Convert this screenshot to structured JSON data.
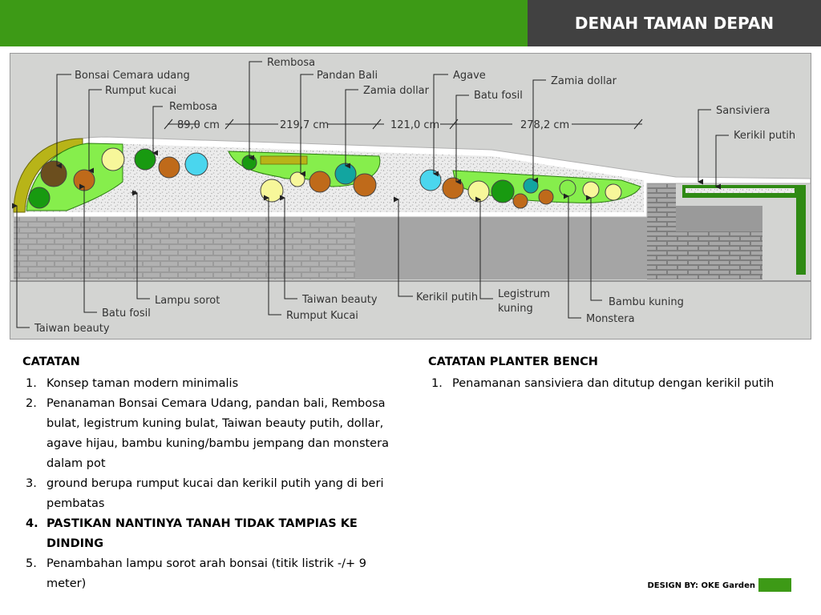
{
  "header": {
    "title": "DENAH TAMAN DEPAN"
  },
  "plan": {
    "labels": {
      "bonsai_cemara_udang": "Bonsai Cemara udang",
      "rumput_kucai_top": "Rumput kucai",
      "rembosa_left": "Rembosa",
      "rembosa_top": "Rembosa",
      "pandan_bali": "Pandan Bali",
      "zamia_dollar_1": "Zamia dollar",
      "agave": "Agave",
      "batu_fosil_top": "Batu fosil",
      "zamia_dollar_2": "Zamia dollar",
      "sansiviera": "Sansiviera",
      "kerikil_putih_right": "Kerikil putih",
      "taiwan_beauty_bottom": "Taiwan beauty",
      "batu_fosil_bottom": "Batu fosil",
      "lampu_sorot": "Lampu sorot",
      "taiwan_beauty_mid": "Taiwan beauty",
      "rumput_kucai_bottom": "Rumput Kucai",
      "kerikil_putih_bottom": "Kerikil putih",
      "legistrum_kuning_1": "Legistrum",
      "legistrum_kuning_2": "kuning",
      "monstera": "Monstera",
      "bambu_kuning": "Bambu kuning"
    },
    "dimensions": [
      "89,0 cm",
      "219,7 cm",
      "121,0 cm",
      "278,2 cm"
    ],
    "colors": {
      "lawn": "#86ee4c",
      "gravel": "#ededed",
      "paving": "#9d9d9d",
      "planter": "#2f8a14",
      "yellow_plant": "#f7f79a",
      "brown_plant": "#bf6a1a",
      "dark_plant": "#6b4e1e",
      "green_plant": "#189a10",
      "cyan_plant": "#4ad6ee",
      "teal_plant": "#12a5a0"
    }
  },
  "notes": {
    "title": "CATATAN",
    "items": [
      {
        "num": "1.",
        "text": "Konsep taman modern minimalis"
      },
      {
        "num": "2.",
        "text": "Penanaman Bonsai Cemara Udang, pandan bali, Rembosa bulat, legistrum kuning bulat, Taiwan beauty putih, dollar, agave hijau, bambu kuning/bambu jempang dan monstera dalam pot"
      },
      {
        "num": "3.",
        "text": "ground berupa rumput kucai dan kerikil putih yang di beri pembatas"
      },
      {
        "num": "4.",
        "text": "PASTIKAN NANTINYA TANAH TIDAK TAMPIAS KE DINDING"
      },
      {
        "num": "5.",
        "text": "Penambahan lampu sorot arah bonsai (titik listrik -/+ 9 meter)"
      }
    ]
  },
  "planter_notes": {
    "title": "CATATAN PLANTER BENCH",
    "items": [
      {
        "num": "1.",
        "text": "Penamanan sansiviera dan ditutup dengan kerikil putih"
      }
    ]
  },
  "footer": {
    "design_by": "DESIGN BY: OKE Garden"
  }
}
